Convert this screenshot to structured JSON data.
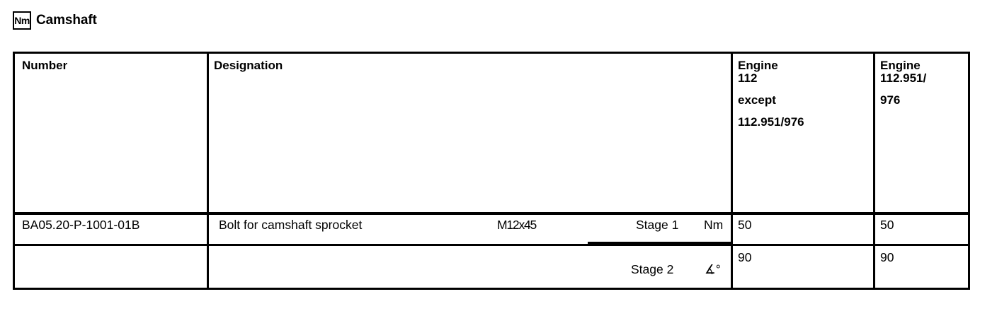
{
  "title": {
    "icon_label": "Nm",
    "icon_name": "torque-nm-icon",
    "text": "Camshaft"
  },
  "table": {
    "headers": {
      "number": "Number",
      "designation": "Designation",
      "engine_a": {
        "line1": "Engine",
        "line2": "112",
        "line3": "except",
        "line4": "112.951/976"
      },
      "engine_b": {
        "line1": "Engine",
        "line2": "112.951/",
        "line3": "976"
      }
    },
    "rows": [
      {
        "number": "BA05.20-P-1001-01B",
        "designation": "Bolt for camshaft sprocket",
        "thread": "M12x45",
        "stages": [
          {
            "label": "Stage 1",
            "unit": "Nm",
            "engine_a": "50",
            "engine_b": "50"
          },
          {
            "label": "Stage 2",
            "unit": "∡°",
            "engine_a": "90",
            "engine_b": "90"
          }
        ]
      }
    ]
  },
  "colors": {
    "background": "#ffffff",
    "ink": "#000000"
  }
}
